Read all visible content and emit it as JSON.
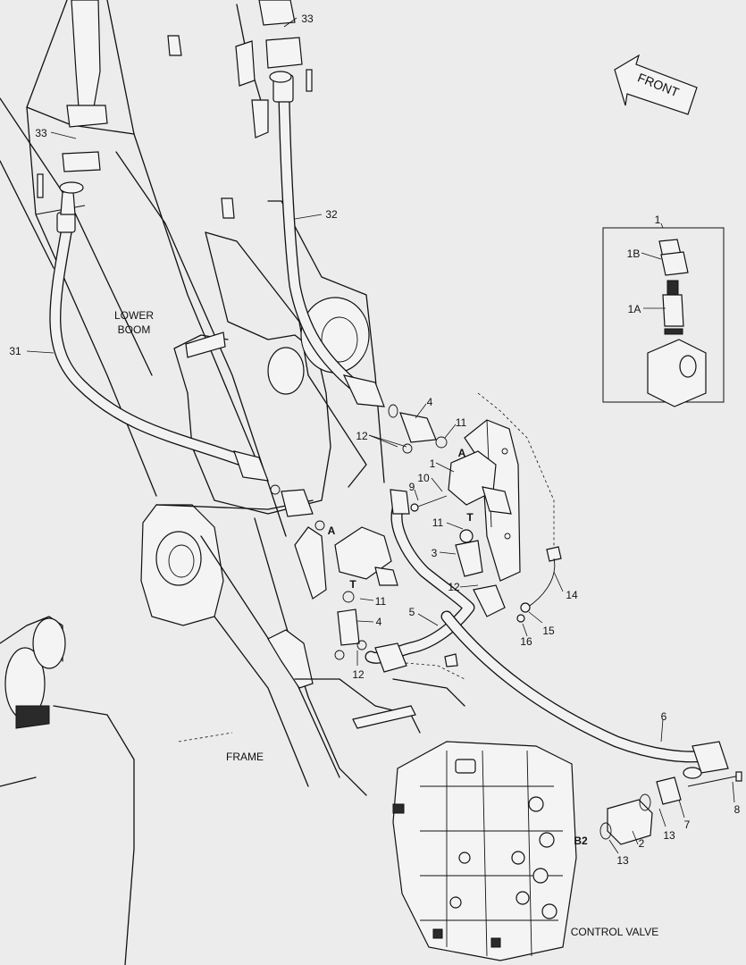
{
  "labels": {
    "front": "FRONT",
    "lower_boom_1": "LOWER",
    "lower_boom_2": "BOOM",
    "frame": "FRAME",
    "control_valve": "CONTROL VALVE"
  },
  "callouts": {
    "p1": "1",
    "p1_inset": "1",
    "p1a": "1A",
    "p1b": "1B",
    "p2": "2",
    "p3": "3",
    "p4_top": "4",
    "p4_bottom": "4",
    "p5": "5",
    "p6": "6",
    "p7": "7",
    "p8": "8",
    "p9": "9",
    "p10": "10",
    "p11_top": "11",
    "p11_mid": "11",
    "p11_bottom": "11",
    "p12_top": "12",
    "p12_mid": "12",
    "p12_bottom": "12",
    "p13_right": "13",
    "p13_bottom": "13",
    "p14": "14",
    "p15": "15",
    "p16": "16",
    "p31": "31",
    "p32": "32",
    "p33_top": "33",
    "p33_left": "33"
  },
  "port_letters": {
    "a_top": "A",
    "a_mid": "A",
    "t_top": "T",
    "t_bottom": "T",
    "b2": "B2"
  }
}
